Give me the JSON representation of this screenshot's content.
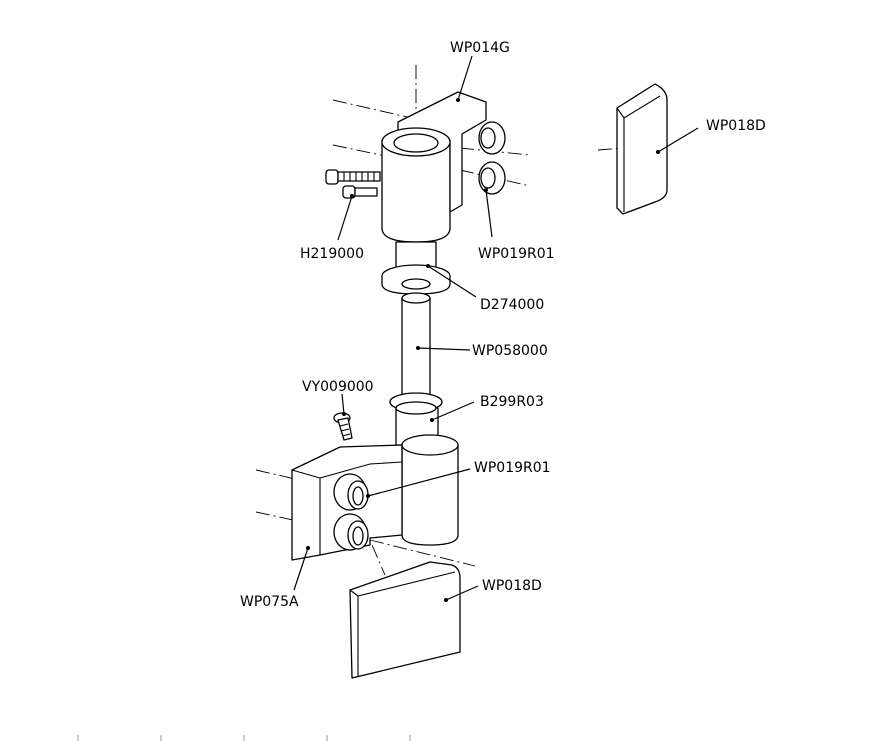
{
  "labels": {
    "hinge_top": "WP014G",
    "flap_right": "WP018D",
    "screw": "H219000",
    "bushing_top": "WP019R01",
    "washer": "D274000",
    "pin": "WP058000",
    "grease_nipple": "VY009000",
    "bush": "B299R03",
    "bushing_bottom": "WP019R01",
    "hinge_bottom": "WP075A",
    "flap_bottom": "WP018D"
  }
}
